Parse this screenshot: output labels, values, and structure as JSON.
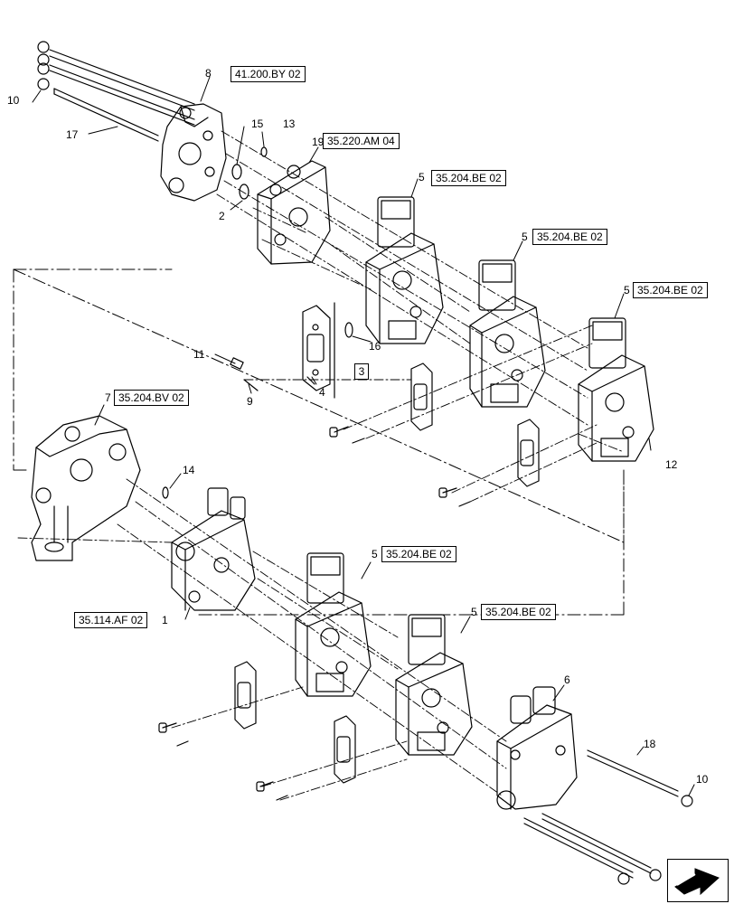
{
  "callouts": {
    "c1": "1",
    "c2": "2",
    "c4": "4",
    "c5a": "5",
    "c5b": "5",
    "c5c": "5",
    "c5d": "5",
    "c5e": "5",
    "c6": "6",
    "c7": "7",
    "c8": "8",
    "c9": "9",
    "c10a": "10",
    "c10b": "10",
    "c11": "11",
    "c12": "12",
    "c13": "13",
    "c14": "14",
    "c15": "15",
    "c16": "16",
    "c17": "17",
    "c18": "18",
    "c19": "19"
  },
  "refs": {
    "r8": "41.200.BY 02",
    "r19": "35.220.AM 04",
    "r5a": "35.204.BE 02",
    "r5b": "35.204.BE 02",
    "r5c": "35.204.BE 02",
    "r7": "35.204.BV 02",
    "r1": "35.114.AF 02",
    "r5d": "35.204.BE 02",
    "r5e": "35.204.BE 02"
  },
  "kit_box": "3",
  "icons": {
    "nav": "next-page-arrow-icon"
  },
  "colors": {
    "line": "#000000",
    "background": "#ffffff"
  }
}
